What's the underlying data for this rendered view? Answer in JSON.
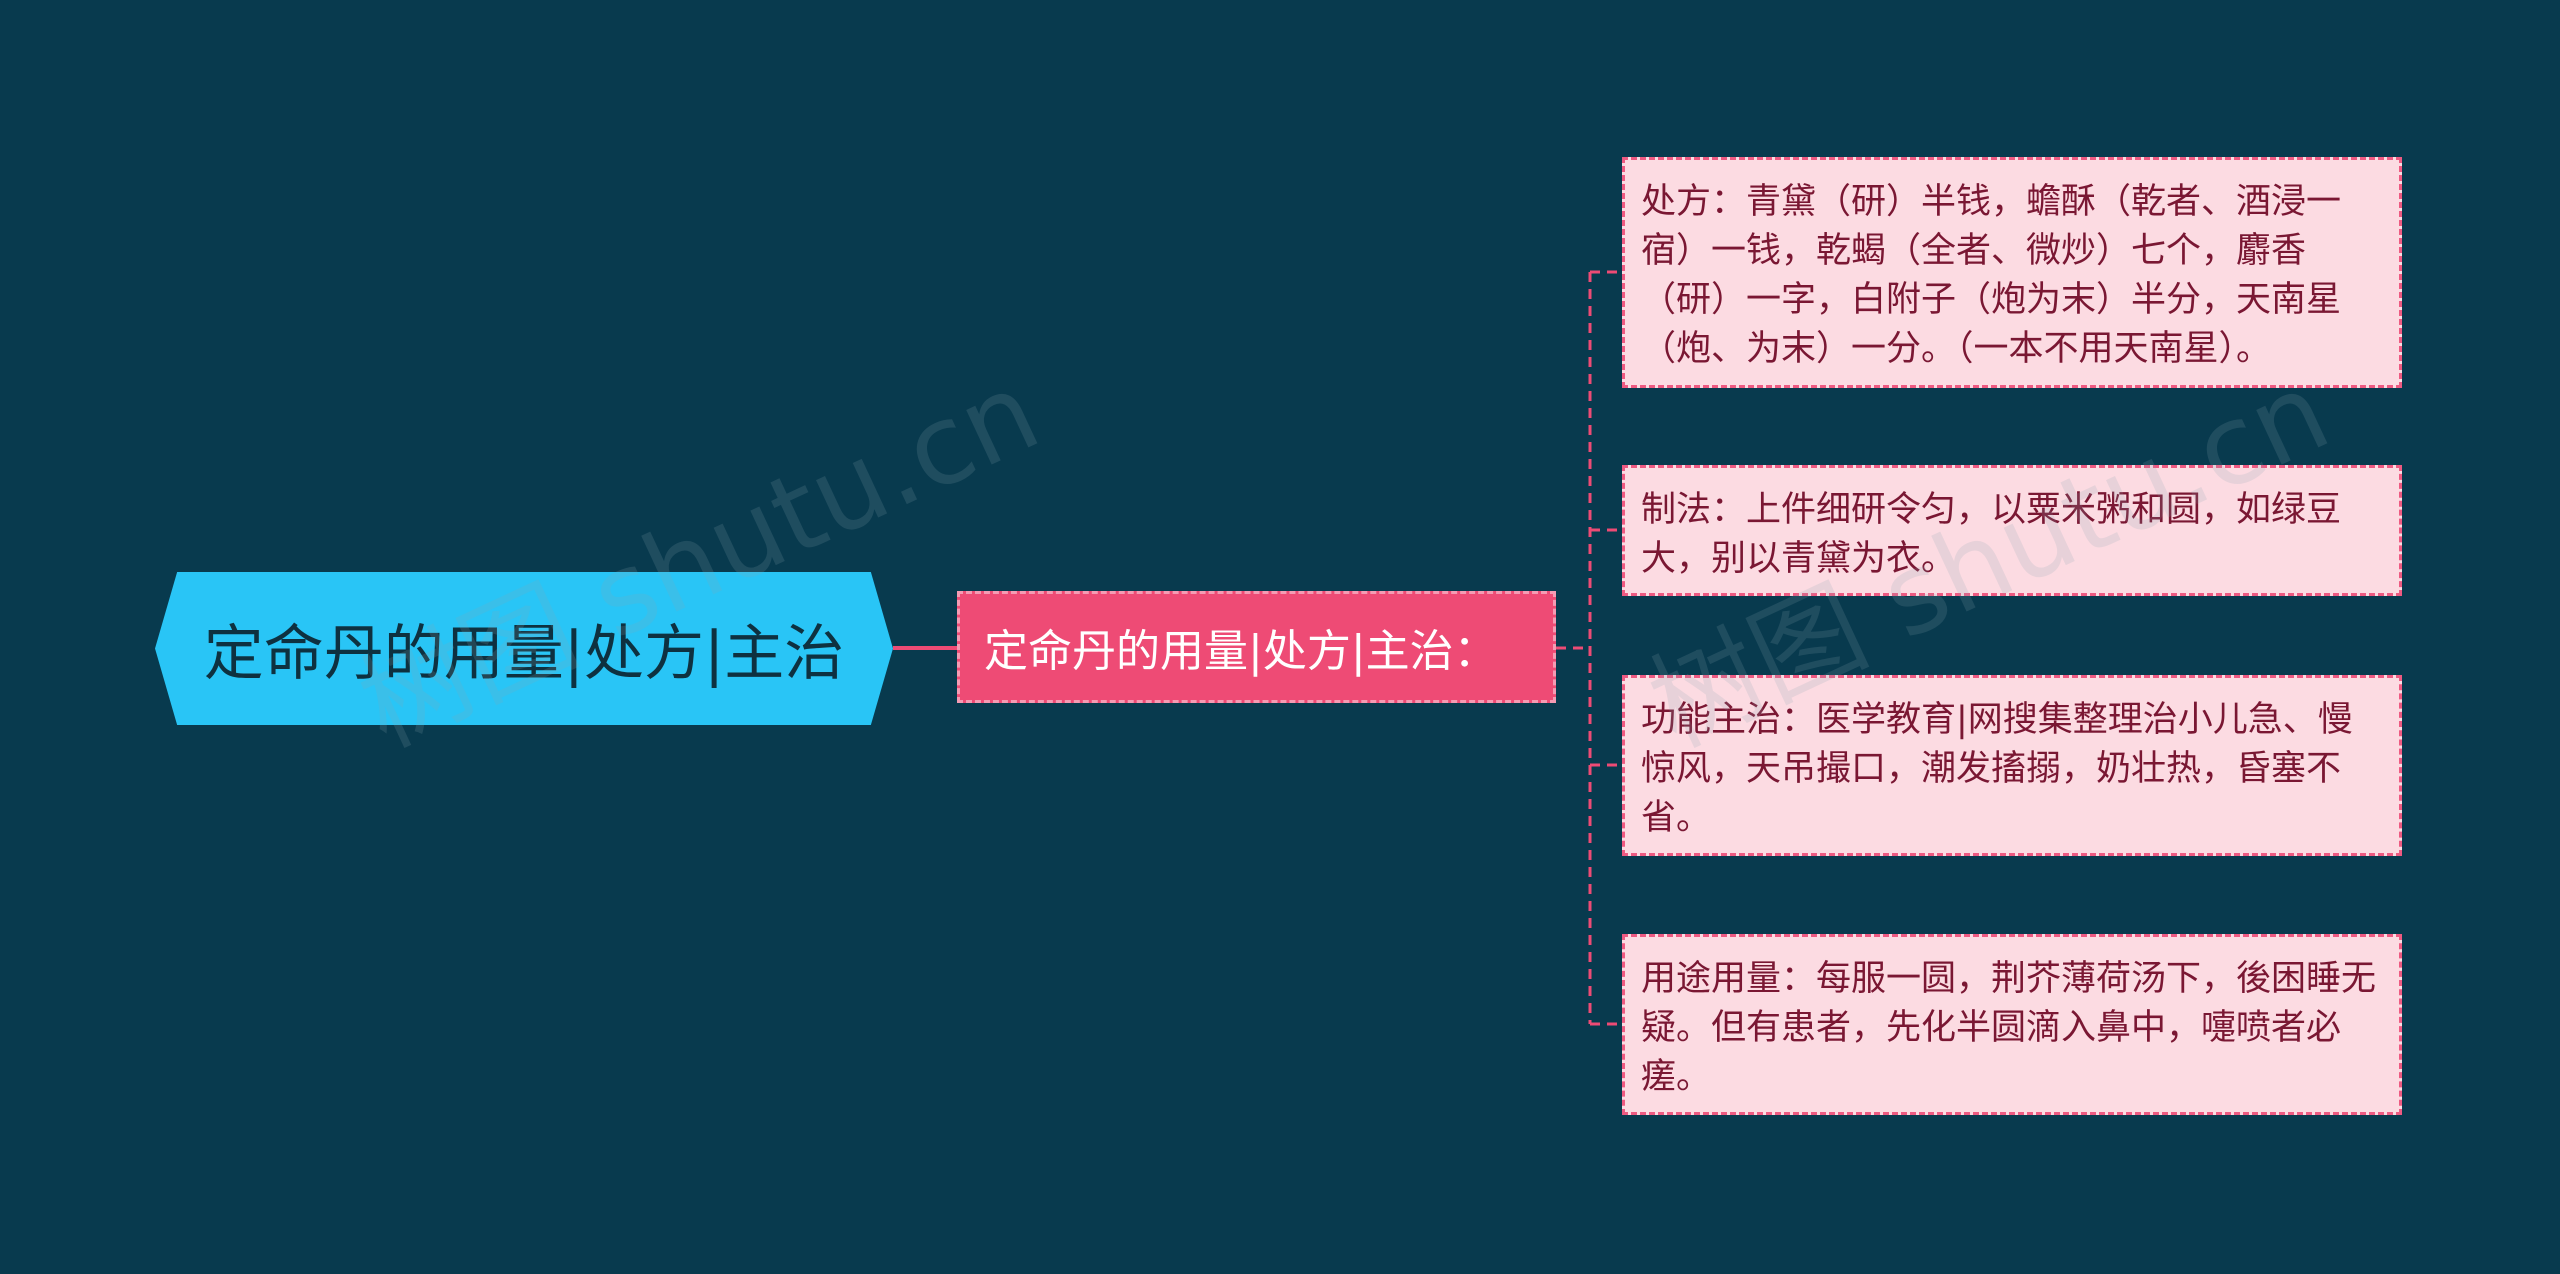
{
  "colors": {
    "background": "#083a4e",
    "root": "#29c5f6",
    "middle": "#ee4b75",
    "leaf_fill": "#fcdbe2",
    "leaf_border": "#ee5a82",
    "connector": "#ee4b75"
  },
  "root": {
    "label": "定命丹的用量|处方|主治"
  },
  "middle": {
    "label": "定命丹的用量|处方|主治："
  },
  "leaves": [
    {
      "text": "处方：青黛（研）半钱，蟾酥（乾者、酒浸一宿）一钱，乾蝎（全者、微炒）七个，麝香（研）一字，白附子（炮为末）半分，天南星（炮、为末）一分。（一本不用天南星）。"
    },
    {
      "text": "制法：上件细研令匀，以粟米粥和圆，如绿豆大，别以青黛为衣。"
    },
    {
      "text": "功能主治：医学教育|网搜集整理治小儿急、慢惊风，天吊撮口，潮发搐搦，奶壮热，昏塞不省。"
    },
    {
      "text": "用途用量：每服一圆，荆芥薄荷汤下，後困睡无疑。但有患者，先化半圆滴入鼻中，嚏喷者必瘥。"
    }
  ],
  "watermark": {
    "text": "树图 shutu.cn"
  }
}
